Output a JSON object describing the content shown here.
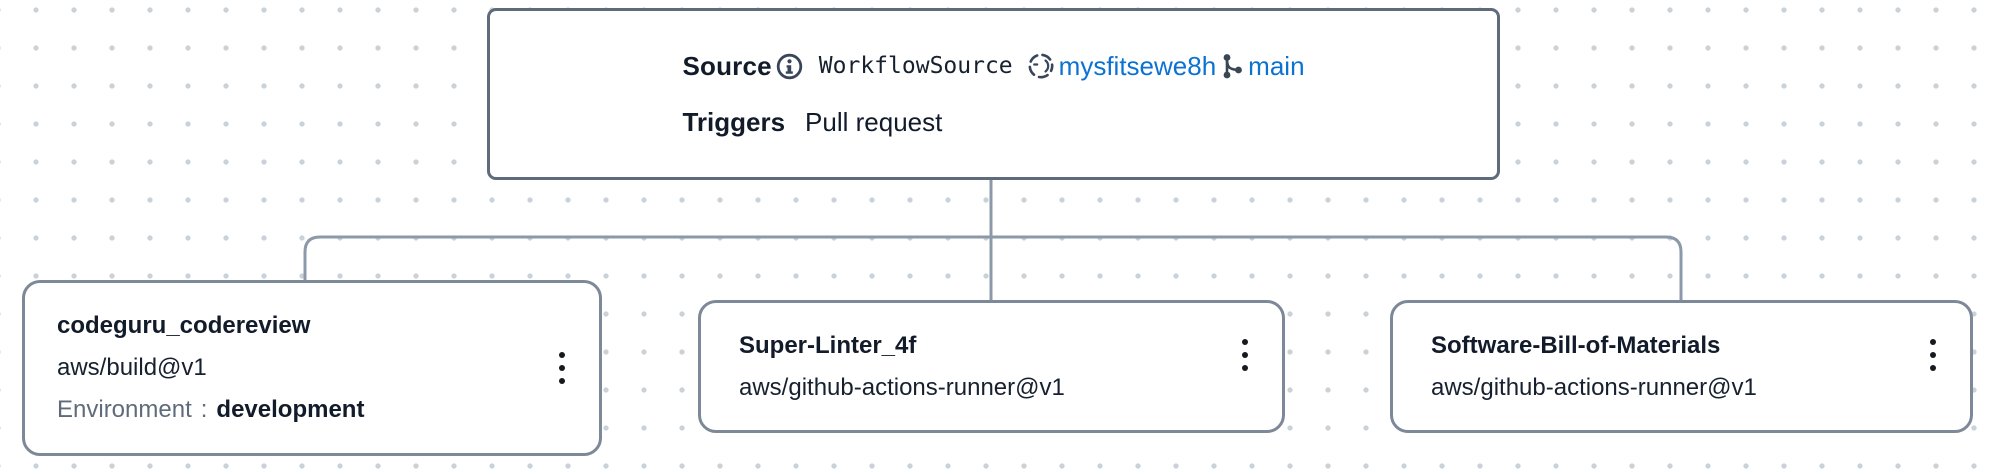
{
  "source": {
    "label": "Source",
    "type_name": "WorkflowSource",
    "repository_name": "mysfitsewe8h",
    "branch_name": "main",
    "triggers_label": "Triggers",
    "triggers_value": "Pull request"
  },
  "actions": [
    {
      "name": "codeguru_codereview",
      "action_type": "aws/build@v1",
      "environment_label": "Environment",
      "environment_separator": ":",
      "environment_value": "development"
    },
    {
      "name": "Super-Linter_4f",
      "action_type": "aws/github-actions-runner@v1"
    },
    {
      "name": "Software-Bill-of-Materials",
      "action_type": "aws/github-actions-runner@v1"
    }
  ],
  "icons": {
    "info": "info-icon",
    "repository": "repository-icon",
    "branch": "git-branch-icon",
    "menu": "kebab-menu-icon"
  },
  "colors": {
    "link_blue": "#0b72d3",
    "source_border": "#5f6b7a",
    "card_border": "#7d8998",
    "connector": "#8c99a8",
    "text_dark": "#121b2a",
    "muted_gray": "#5f6b7a",
    "dot_grid": "#cbd1d8"
  }
}
